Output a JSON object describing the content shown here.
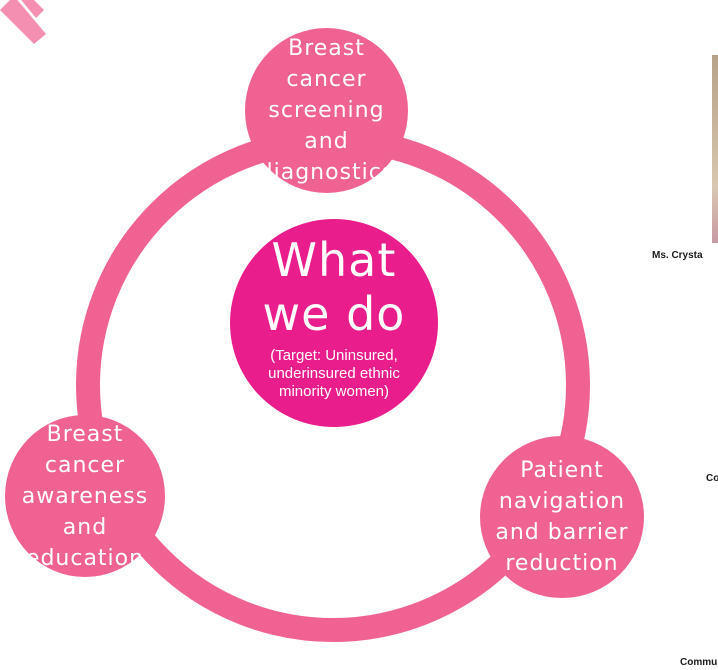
{
  "ribbon_icon": "pink-ribbon-icon",
  "colors": {
    "ring": "#f06292",
    "small_circle": "#f06292",
    "center_circle": "#e91e8c",
    "ribbon": "#f48fb1",
    "text": "#ffffff"
  },
  "center": {
    "title": "What\nwe do",
    "subtitle": "(Target: Uninsured,\nunderinsured ethnic\nminority women)"
  },
  "nodes": {
    "top": "Breast\ncancer\nscreening\nand\ndiagnostics",
    "left": "Breast\ncancer\nawareness\nand\neducation",
    "right": "Patient\nnavigation\nand barrier\nreduction"
  },
  "edge_texts": {
    "name": "Ms. Crysta",
    "co": "Co",
    "comm": "Commu"
  }
}
